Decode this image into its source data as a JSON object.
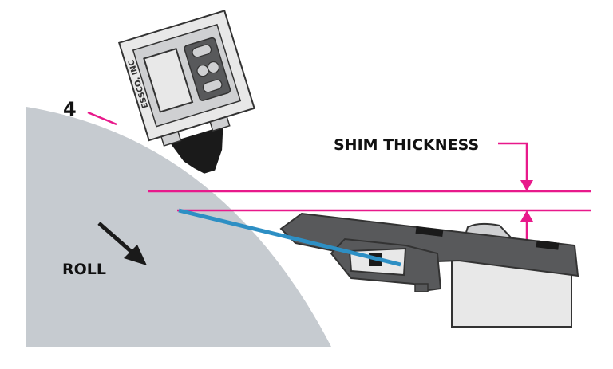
{
  "callout": {
    "number": "4"
  },
  "shim": {
    "label": "SHIM THICKNESS"
  },
  "roll": {
    "label": "ROLL"
  },
  "device": {
    "brand": "ESSCO, INC"
  },
  "colors": {
    "roll_fill": "#c6cbd0",
    "magenta": "#e8198b",
    "blue": "#2d8fc4",
    "frame_dark": "#58595b",
    "device_light": "#e8e8e8",
    "device_mid": "#cfd0d2",
    "outline": "#333333",
    "black": "#1a1a1a"
  },
  "icons": [
    "roll-direction-arrow-icon",
    "shim-arrow-down-icon",
    "shim-arrow-up-icon"
  ]
}
